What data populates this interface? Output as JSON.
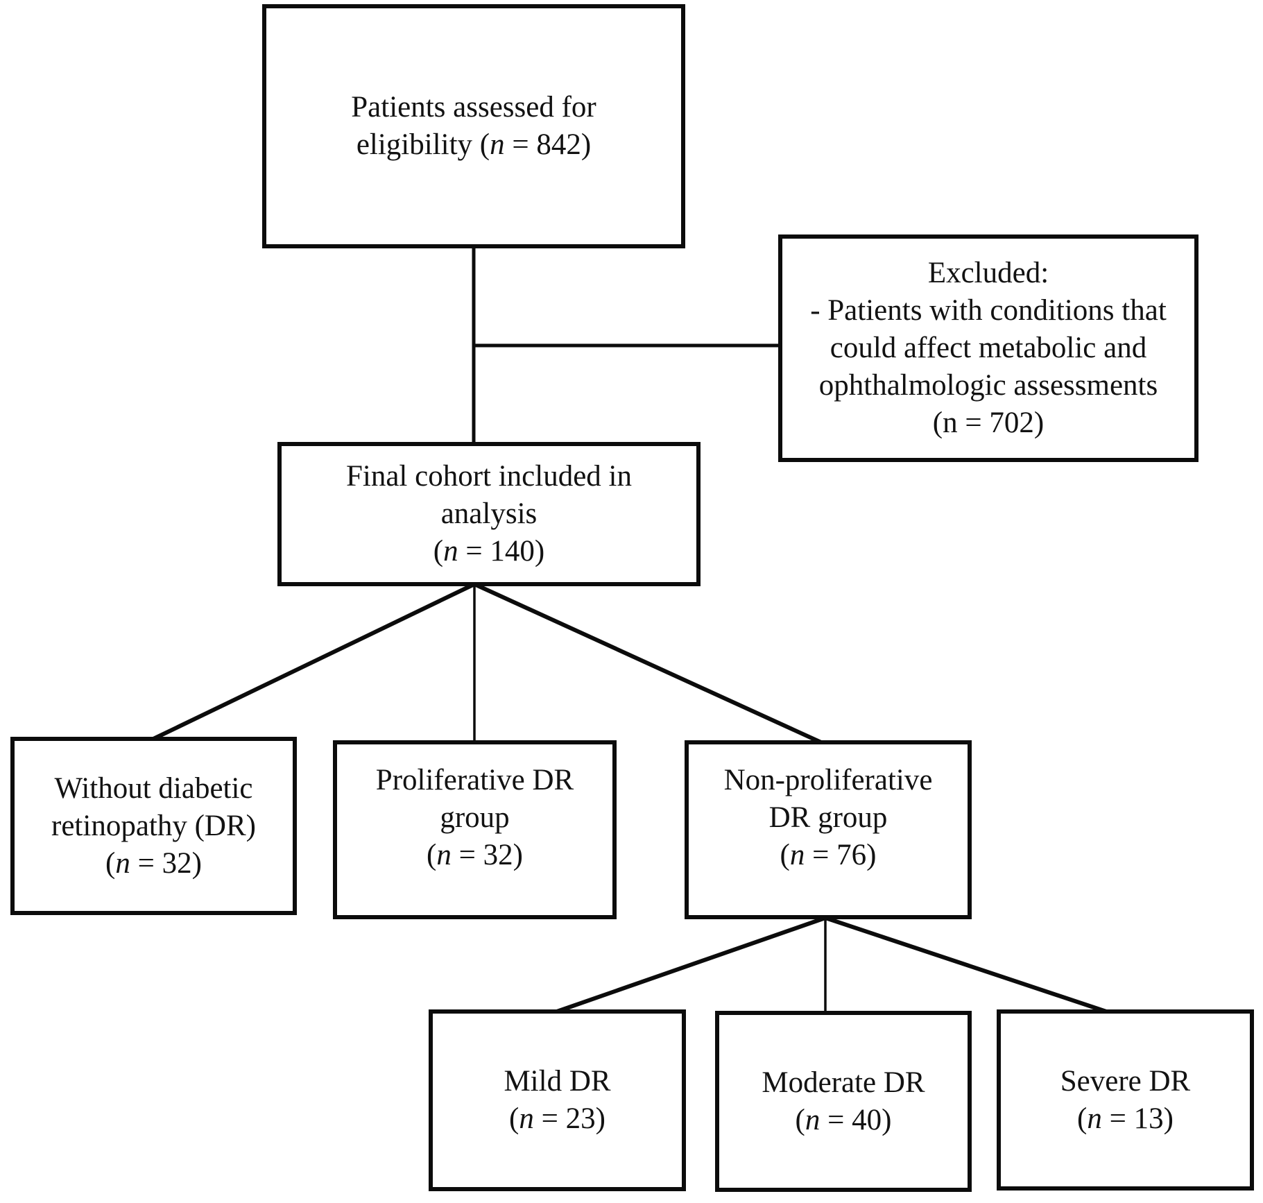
{
  "diagram": {
    "background_color": "#ffffff",
    "line_color": "#0c0c0c",
    "boxes": {
      "assessed": {
        "lines": [
          "Patients assessed for"
        ],
        "count": {
          "prefix": "eligibility (",
          "n": "n",
          "suffix": " = 842)"
        }
      },
      "excluded": {
        "lines": [
          "Excluded:",
          "- Patients with conditions that",
          "could affect metabolic and",
          "ophthalmologic assessments"
        ],
        "count": {
          "prefix": "(",
          "n": "n",
          "suffix": " = 702)"
        }
      },
      "final_cohort": {
        "lines": [
          "Final cohort included in",
          "analysis"
        ],
        "count": {
          "prefix": "(",
          "n": "n",
          "suffix": " = 140)"
        }
      },
      "without_dr": {
        "lines": [
          "Without diabetic",
          "retinopathy (DR)"
        ],
        "count": {
          "prefix": "(",
          "n": "n",
          "suffix": " = 32)"
        }
      },
      "proliferative_dr": {
        "lines": [
          "Proliferative DR",
          "group"
        ],
        "count": {
          "prefix": "(",
          "n": "n",
          "suffix": " = 32)"
        }
      },
      "non_proliferative_dr": {
        "lines": [
          "Non-proliferative",
          "DR group"
        ],
        "count": {
          "prefix": "(",
          "n": "n",
          "suffix": " = 76)"
        }
      },
      "mild_dr": {
        "lines": [
          "Mild DR"
        ],
        "count": {
          "prefix": "(",
          "n": "n",
          "suffix": " = 23)"
        }
      },
      "moderate_dr": {
        "lines": [
          "Moderate DR"
        ],
        "count": {
          "prefix": "(",
          "n": "n",
          "suffix": " = 40)"
        }
      },
      "severe_dr": {
        "lines": [
          "Severe DR"
        ],
        "count": {
          "prefix": "(",
          "n": "n",
          "suffix": " = 13)"
        }
      }
    }
  }
}
